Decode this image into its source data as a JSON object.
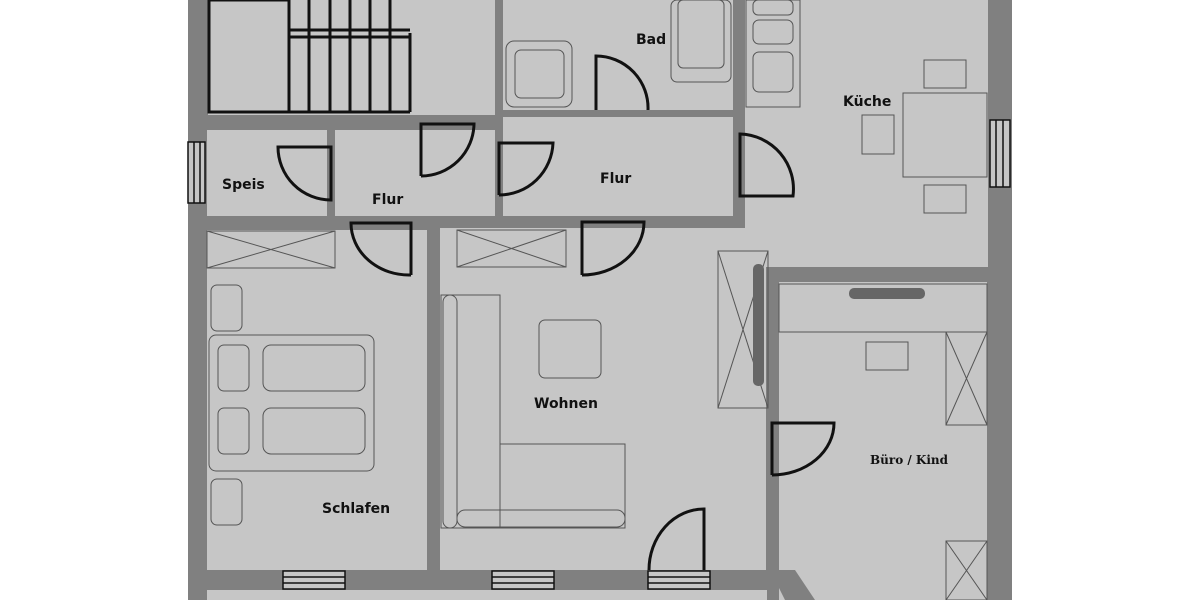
{
  "diagram": {
    "type": "floor_plan",
    "colors": {
      "background": "#ffffff",
      "wall": "#808080",
      "floor": "#c6c6c6",
      "line": "#111111",
      "furniture_line": "#555555",
      "radiator": "#666666"
    },
    "rooms": [
      {
        "id": "bad",
        "label": "Bad"
      },
      {
        "id": "kueche",
        "label": "Küche"
      },
      {
        "id": "speis",
        "label": "Speis"
      },
      {
        "id": "flur1",
        "label": "Flur"
      },
      {
        "id": "flur2",
        "label": "Flur"
      },
      {
        "id": "wohnen",
        "label": "Wohnen"
      },
      {
        "id": "schlafen",
        "label": "Schlafen"
      },
      {
        "id": "buero",
        "label": "Büro / Kind"
      }
    ]
  }
}
